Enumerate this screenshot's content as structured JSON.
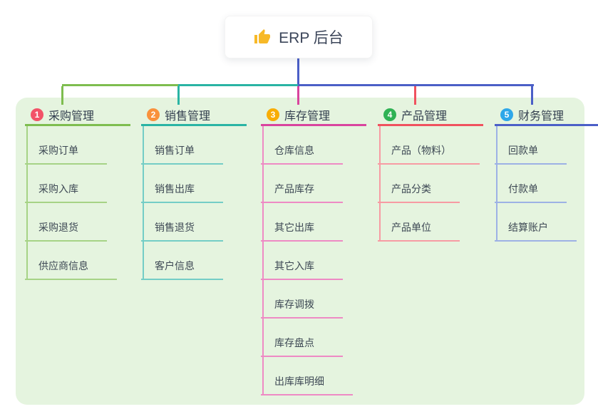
{
  "root": {
    "label": "ERP 后台",
    "icon": "thumbs-up-icon"
  },
  "branches": [
    {
      "number": "1",
      "label": "采购管理",
      "badge_color": "#f25268",
      "line_color": "#7ebd4f",
      "child_line_color": "#a6d386",
      "children": [
        "采购订单",
        "采购入库",
        "采购退货",
        "供应商信息"
      ]
    },
    {
      "number": "2",
      "label": "销售管理",
      "badge_color": "#f9913c",
      "line_color": "#2ab4a4",
      "child_line_color": "#74cdc6",
      "children": [
        "销售订单",
        "销售出库",
        "销售退货",
        "客户信息"
      ]
    },
    {
      "number": "3",
      "label": "库存管理",
      "badge_color": "#f8ad05",
      "line_color": "#d9449e",
      "child_line_color": "#ee8ac4",
      "children": [
        "仓库信息",
        "产品库存",
        "其它出库",
        "其它入库",
        "库存调拨",
        "库存盘点",
        "出库库明细"
      ]
    },
    {
      "number": "4",
      "label": "产品管理",
      "badge_color": "#2fb254",
      "line_color": "#f0525f",
      "child_line_color": "#f79ba3",
      "children": [
        "产品（物料）",
        "产品分类",
        "产品单位"
      ]
    },
    {
      "number": "5",
      "label": "财务管理",
      "badge_color": "#2ea7e9",
      "line_color": "#4b5fc7",
      "child_line_color": "#9db1e5",
      "children": [
        "回款单",
        "付款单",
        "结算账户"
      ]
    }
  ],
  "colors": {
    "panel_bg": "#e5f4df",
    "root_connector": "#4b5fc7",
    "root_text": "#3b4559",
    "thumb_yellow": "#f7b928"
  }
}
